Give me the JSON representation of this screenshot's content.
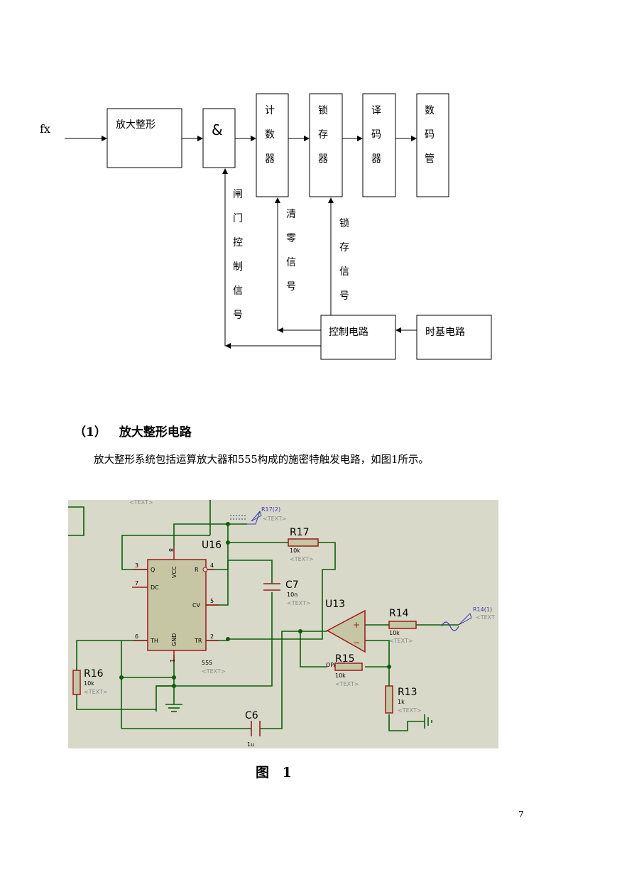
{
  "block_diagram": {
    "input_label": "fx",
    "amp_block": "放大整形",
    "and_gate": "&",
    "counter": [
      "计",
      "数",
      "器"
    ],
    "latch": [
      "锁",
      "存",
      "器"
    ],
    "decoder": [
      "译",
      "码",
      "器"
    ],
    "display": [
      "数",
      "码",
      "管"
    ],
    "gate_signal": [
      "闸",
      "门",
      "控",
      "制",
      "信",
      "号"
    ],
    "clear_signal": [
      "清",
      "零",
      "信",
      "号"
    ],
    "latch_signal": [
      "锁",
      "存",
      "信",
      "号"
    ],
    "control_block": "控制电路",
    "timebase_block": "时基电路"
  },
  "section": {
    "number": "（1）",
    "title": "放大整形电路"
  },
  "paragraph": "放大整形系统包括运算放大器和555构成的施密特触发电路，如图1所示。",
  "schematic": {
    "colors": {
      "background": "#d9d9c9",
      "wire": "#0b5d0b",
      "component": "#9c1b1b",
      "ic_fill": "#c6c6a4",
      "label_blue": "#3a3aa8",
      "text_gray": "#8a8a8a"
    },
    "top_text": "<TEXT>",
    "u16": {
      "ref": "U16",
      "part": "555",
      "text": "<TEXT>",
      "pins": {
        "q": "Q",
        "dc": "DC",
        "vcc": "VCC",
        "r": "R",
        "cv": "CV",
        "th": "TH",
        "gnd": "GND",
        "tr": "TR"
      },
      "pin_numbers": {
        "p8": "8",
        "p3": "3",
        "p4": "4",
        "p7": "7",
        "p5": "5",
        "p6": "6",
        "p2": "2",
        "p1": "1"
      }
    },
    "r17": {
      "ref": "R17",
      "value": "10k",
      "text": "<TEXT>"
    },
    "r17_terminal": {
      "label": "R17(2)",
      "text": "<TEXT>"
    },
    "c7": {
      "ref": "C7",
      "value": "10n",
      "text": "<TEXT>"
    },
    "u13": {
      "ref": "U13",
      "part": "OPAMP",
      "plus": "+",
      "minus": "−"
    },
    "r14": {
      "ref": "R14",
      "value": "10k",
      "text": "<TEXT>"
    },
    "r14_terminal": {
      "label": "R14(1)",
      "text": "<TEXT"
    },
    "r15": {
      "ref": "R15",
      "value": "10k",
      "text": "<TEXT>"
    },
    "r13": {
      "ref": "R13",
      "value": "1k",
      "text": "<TEXT>"
    },
    "r16": {
      "ref": "R16",
      "value": "10k",
      "text": "<TEXT>"
    },
    "c6": {
      "ref": "C6",
      "value": "1u"
    }
  },
  "figure_caption": "图 1",
  "page_number": "7"
}
